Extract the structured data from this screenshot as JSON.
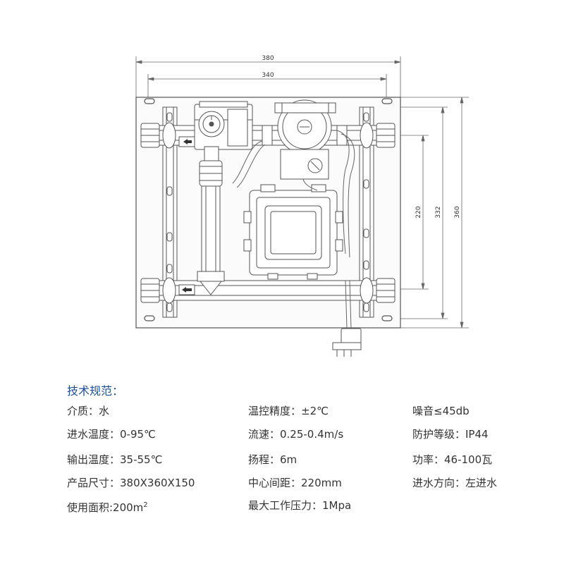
{
  "dimensions": {
    "outer_width": "380",
    "inner_width": "340",
    "outer_height": "360",
    "mid_height": "332",
    "inner_height": "220"
  },
  "specs": {
    "title": "技术规范：",
    "medium": "介质：水",
    "inlet_temp": "进水温度：0-95℃",
    "outlet_temp": "输出温度：35-55℃",
    "size": "产品尺寸：380X360X150",
    "area": "使用面积:200m",
    "area_exp": "2",
    "temp_precision": "温控精度：±2℃",
    "flow": "流速：0.25-0.4m/s",
    "head": "扬程：6m",
    "center_distance": "中心间距：220mm",
    "max_pressure": "最大工作压力：1Mpa",
    "noise": "噪音≤45db",
    "protection": "防护等级：IP44",
    "power": "功率：46-100瓦",
    "inlet_direction": "进水方向：左进水"
  },
  "colors": {
    "title": "#1e4f9e",
    "text": "#333333",
    "line": "#555555"
  }
}
